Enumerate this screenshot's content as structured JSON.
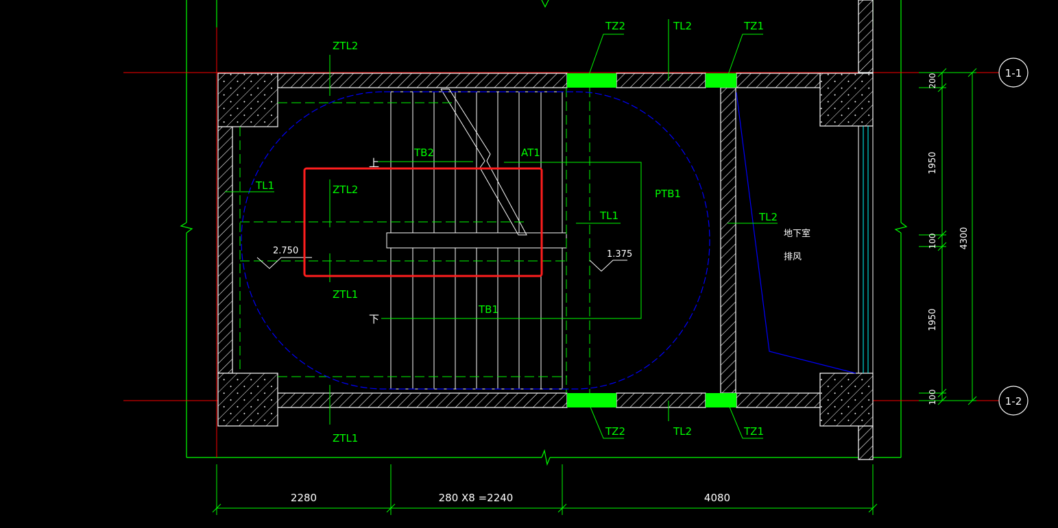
{
  "drawing": {
    "colors": {
      "background": "#000000",
      "wall_outline": "#ffffff",
      "hatch": "#ffffff",
      "annotation": "#00ff00",
      "axis": "#ff0000",
      "column_fill": "#00ff00",
      "ellipse": "#0000ff",
      "highlight": "#ff1e1e",
      "glass": "#00ffff"
    },
    "labels": {
      "ztl2_top": "ZTL2",
      "tz2_top": "TZ2",
      "tl2_top": "TL2",
      "tz1_top": "TZ1",
      "tb2": "TB2",
      "at1": "AT1",
      "up_mark": "上",
      "tl1_left": "TL1",
      "ztl2_mid": "ZTL2",
      "ptb1": "PTB1",
      "tl1_right": "TL1",
      "tl2_right": "TL2",
      "basement": "地下室",
      "exhaust": "排风",
      "elev_left": "2.750",
      "elev_right": "1.375",
      "ztl1_mid": "ZTL1",
      "down_mark": "下",
      "tb1": "TB1",
      "tz2_bottom": "TZ2",
      "tl2_bottom": "TL2",
      "tz1_bottom": "TZ1",
      "ztl1_bottom": "ZTL1"
    },
    "axes": {
      "top": "1-1",
      "bottom": "1-2"
    },
    "dimensions": {
      "bottom": [
        "2280",
        "280 X8 =2240",
        "4080"
      ],
      "right_small": [
        "200",
        "1950",
        "100",
        "1950",
        "100"
      ],
      "right_total": "4300"
    }
  }
}
